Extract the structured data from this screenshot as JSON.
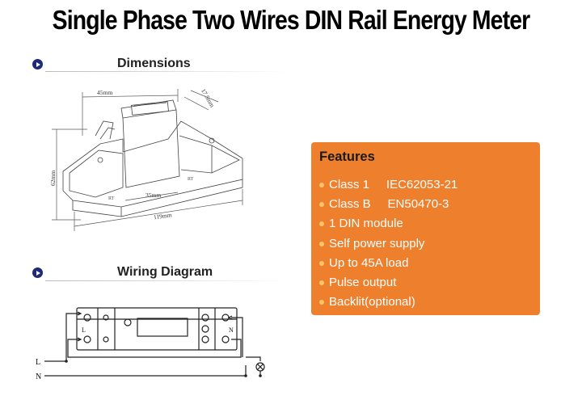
{
  "page": {
    "title": "Single Phase Two Wires DIN Rail Energy Meter"
  },
  "dimensions": {
    "heading": "Dimensions",
    "labels": {
      "width_top": "45mm",
      "depth_side": "17.5mm",
      "height": "62mm",
      "width_mid": "35mm",
      "length_bottom": "119mm"
    }
  },
  "wiring": {
    "heading": "Wiring Diagram",
    "line_label": "L",
    "neutral_label": "N",
    "left_terminal_label": "L",
    "right_terminal_label": "N"
  },
  "features": {
    "title": "Features",
    "items": [
      "Class 1     IEC62053-21",
      "Class B     EN50470-3",
      "1 DIN module",
      "Self power supply",
      "Up to 45A load",
      "Pulse output",
      "Backlit(optional)"
    ]
  }
}
